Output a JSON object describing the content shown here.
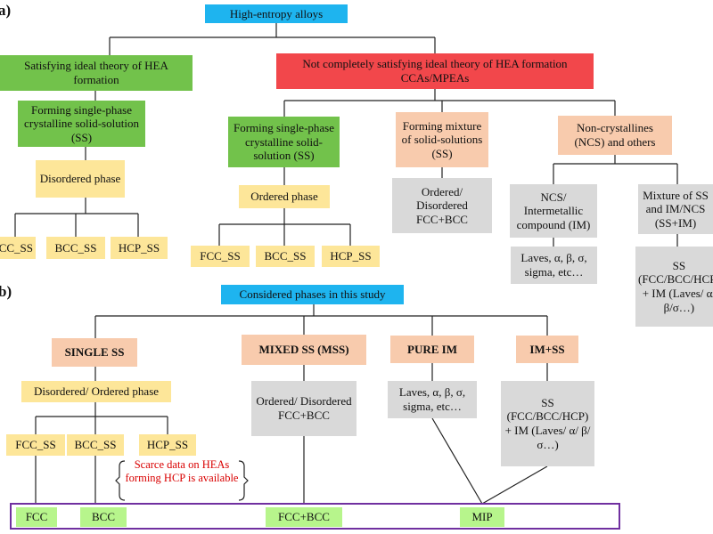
{
  "labels": {
    "panel_a": "a)",
    "panel_b": "b)"
  },
  "a": {
    "root": "High-entropy alloys",
    "ideal": "Satisfying ideal theory of HEA formation",
    "nonideal": "Not completely satisfying ideal theory of HEA formation CCAs/MPEAs",
    "ideal_ss": "Forming single-phase crystalline solid-solution (SS)",
    "disordered": "Disordered phase",
    "ideal_leaves": [
      "FCC_SS",
      "BCC_SS",
      "HCP_SS"
    ],
    "non_ss": "Forming single-phase crystalline solid-solution (SS)",
    "ordered": "Ordered phase",
    "non_leaves": [
      "FCC_SS",
      "BCC_SS",
      "HCP_SS"
    ],
    "mixture": "Forming mixture of solid-solutions (SS)",
    "mixture_child": "Ordered/ Disordered FCC+BCC",
    "noncryst": "Non-crystallines (NCS) and others",
    "ncs_im": "NCS/ Intermetallic compound (IM)",
    "laves": "Laves, α, β, σ, sigma, etc…",
    "mix_ss_im": "Mixture of SS and IM/NCS (SS+IM)",
    "ss_im_detail": "SS (FCC/BCC/HCP) + IM (Laves/ α/ β/σ…)"
  },
  "b": {
    "root": "Considered phases in this study",
    "single": "SINGLE SS",
    "mixed": "MIXED SS (MSS)",
    "pure_im": "PURE IM",
    "im_ss": "IM+SS",
    "dis_ord": "Disordered/ Ordered phase",
    "leaves": [
      "FCC_SS",
      "BCC_SS",
      "HCP_SS"
    ],
    "mixed_child": "Ordered/ Disordered FCC+BCC",
    "pure_child": "Laves, α, β, σ, sigma, etc…",
    "imss_child": "SS (FCC/BCC/HCP) + IM (Laves/ α/ β/σ…)",
    "note": "Scarce data on HEAs forming HCP is available",
    "outputs": [
      "FCC",
      "BCC",
      "FCC+BCC",
      "MIP"
    ]
  }
}
